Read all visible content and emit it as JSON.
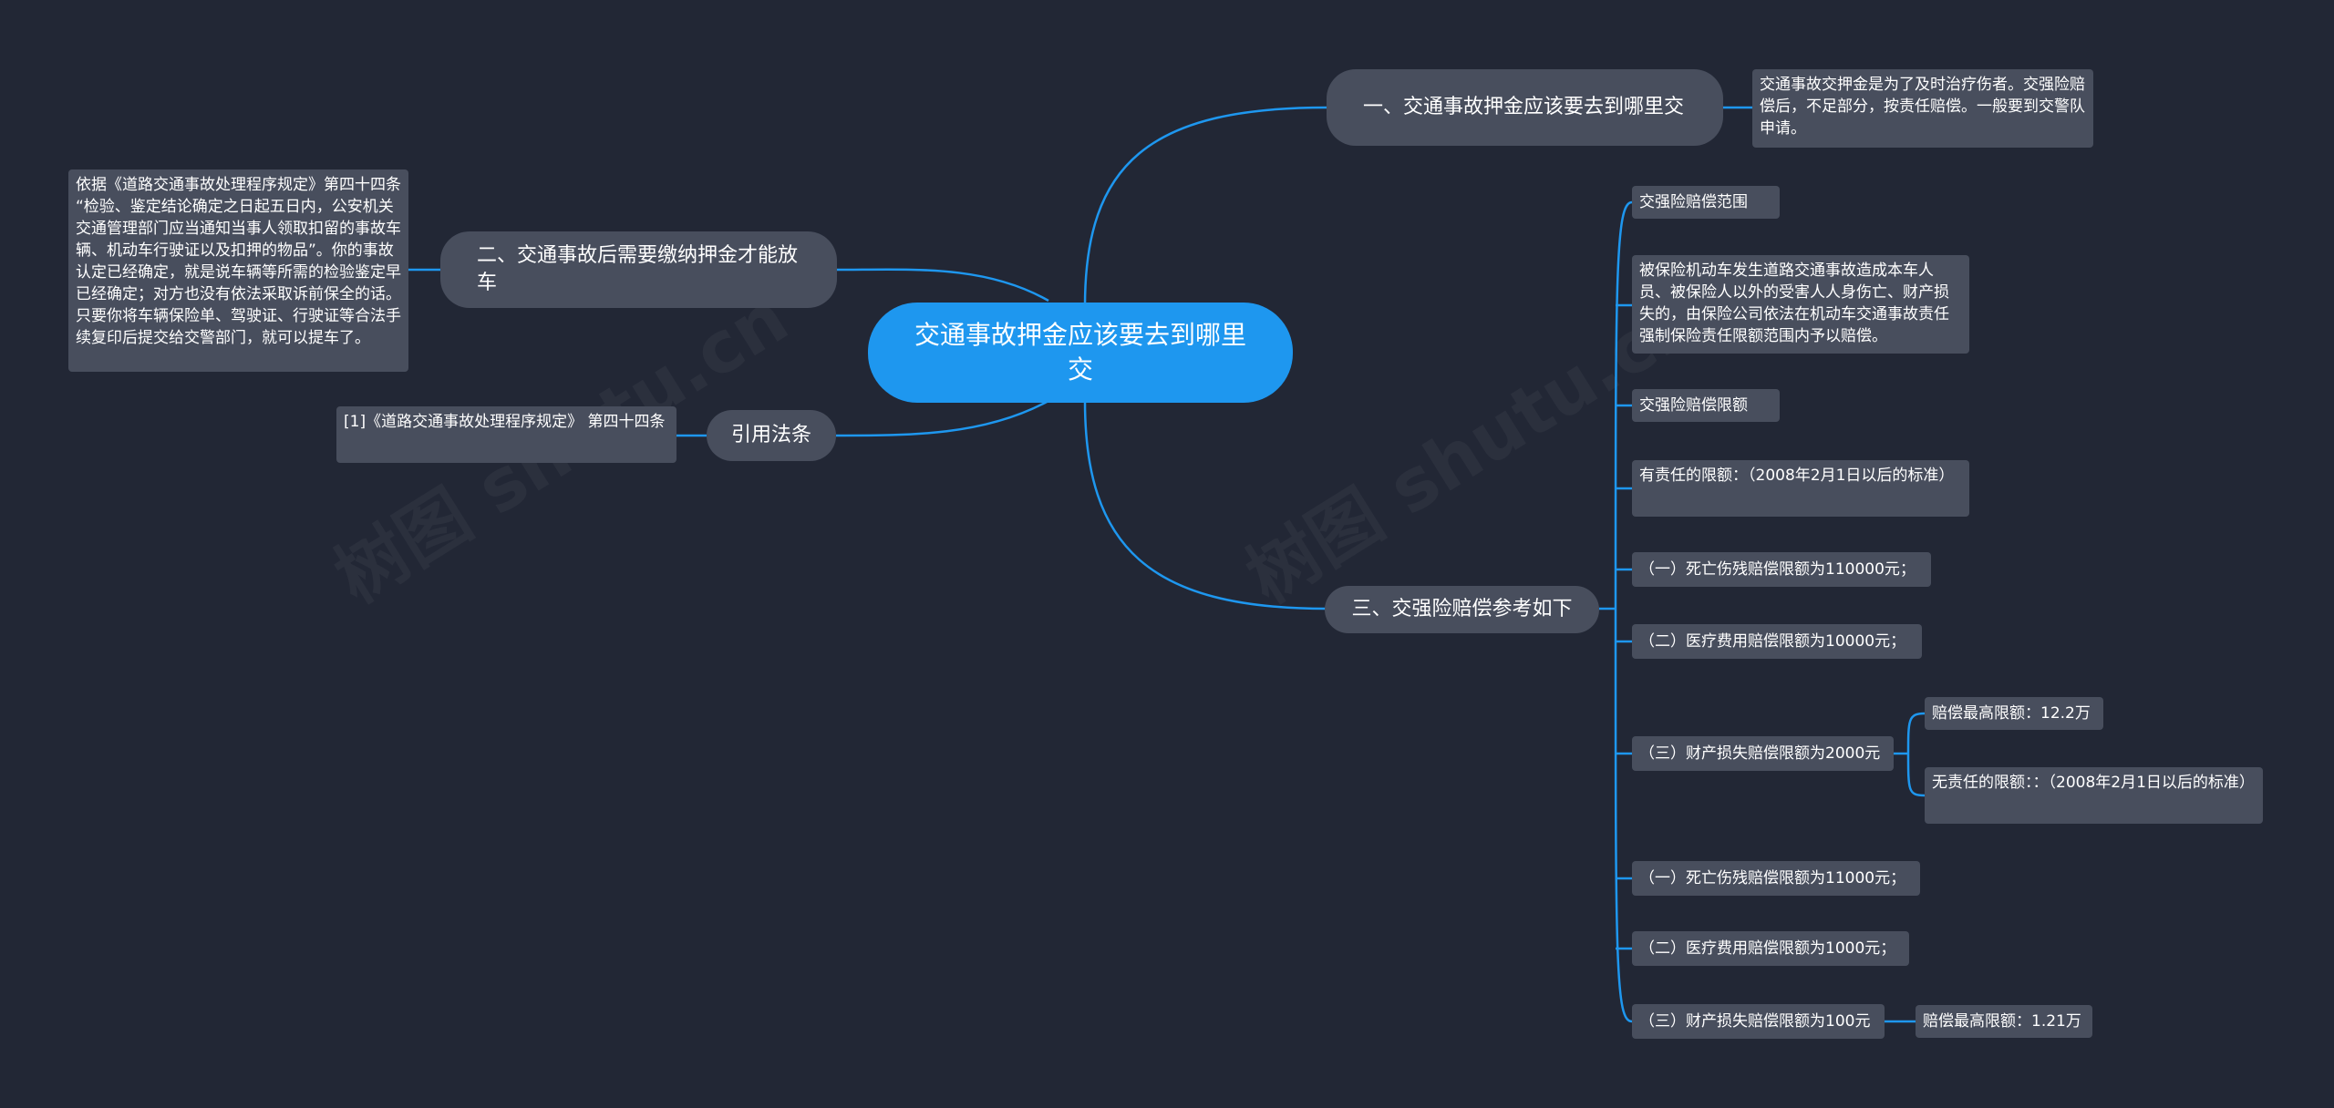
{
  "watermark": "树图 shutu.cn",
  "colors": {
    "background": "#222735",
    "root": "#1e97ef",
    "node": "#484e5d",
    "line": "#1e97ef"
  },
  "root": {
    "label": "交通事故押金应该要去到哪里交"
  },
  "branch1": {
    "label": "一、交通事故押金应该要去到哪里交",
    "detail": "交通事故交押金是为了及时治疗伤者。交强险赔偿后，不足部分，按责任赔偿。一般要到交警队申请。"
  },
  "branch2": {
    "label": "二、交通事故后需要缴纳押金才能放车",
    "detail": "依据《道路交通事故处理程序规定》第四十四条 “检验、鉴定结论确定之日起五日内，公安机关交通管理部门应当通知当事人领取扣留的事故车辆、机动车行驶证以及扣押的物品”。你的事故认定已经确定，就是说车辆等所需的检验鉴定早已经确定；对方也没有依法采取诉前保全的话。只要你将车辆保险单、驾驶证、行驶证等合法手续复印后提交给交警部门，就可以提车了。"
  },
  "branch3": {
    "label": "引用法条",
    "detail": "[1]《道路交通事故处理程序规定》 第四十四条"
  },
  "branch4": {
    "label": "三、交强险赔偿参考如下",
    "items": [
      "交强险赔偿范围",
      "被保险机动车发生道路交通事故造成本车人员、被保险人以外的受害人人身伤亡、财产损失的，由保险公司依法在机动车交通事故责任强制保险责任限额范围内予以赔偿。",
      "交强险赔偿限额",
      "有责任的限额：（2008年2月1日以后的标准）",
      "（一）死亡伤残赔偿限额为110000元；",
      "（二）医疗费用赔偿限额为10000元；",
      "（三）财产损失赔偿限额为2000元",
      "（一）死亡伤残赔偿限额为11000元；",
      "（二）医疗费用赔偿限额为1000元；",
      "（三）财产损失赔偿限额为100元"
    ],
    "sub_2000": [
      "赔偿最高限额：12.2万",
      "无责任的限额：：（2008年2月1日以后的标准）"
    ],
    "sub_100": [
      "赔偿最高限额：1.21万"
    ]
  }
}
